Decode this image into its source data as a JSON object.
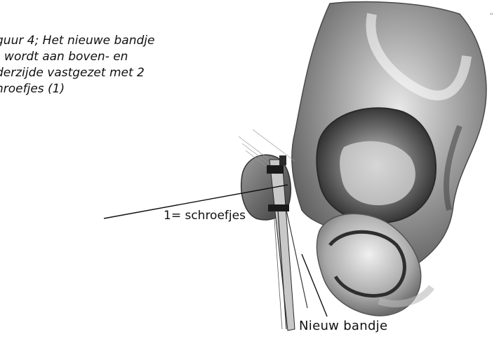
{
  "caption": {
    "lines": [
      "guur 4; Het nieuwe bandje",
      ") wordt aan boven- en",
      "derzijde vastgezet met 2",
      "hroefjes (1)"
    ]
  },
  "labels": {
    "screws": "1= schroefjes",
    "new_band": "Nieuw bandje"
  },
  "corner_mark": "²¹",
  "colors": {
    "ink": "#111111",
    "bone_dark": "#3a3a3a",
    "bone_mid": "#8a8a8a",
    "bone_light": "#d6d6d6"
  }
}
